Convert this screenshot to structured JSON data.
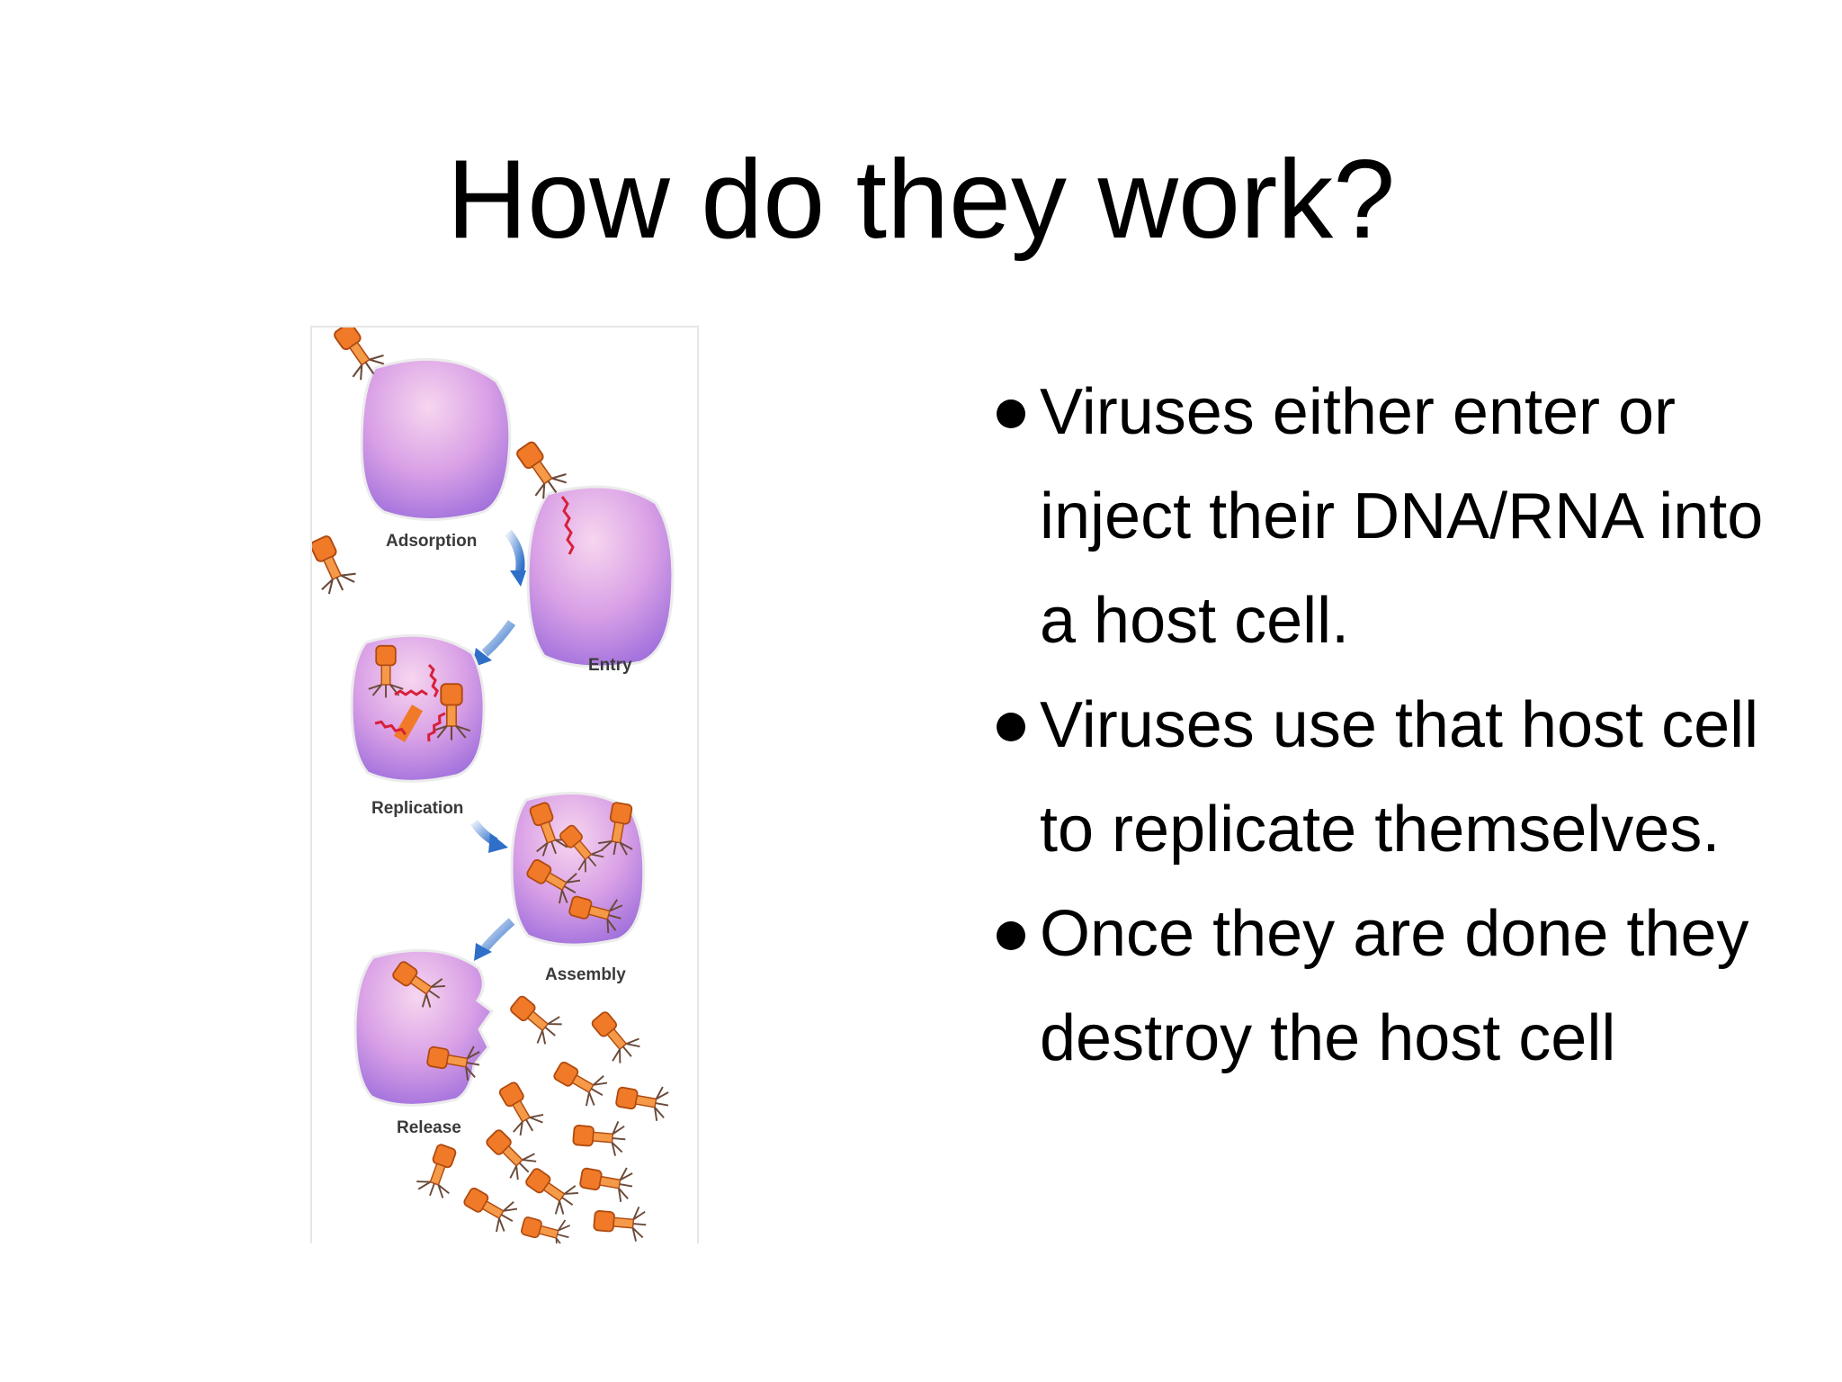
{
  "slide": {
    "title": "How do they work?"
  },
  "figure": {
    "stages": [
      {
        "label": "Adsorption"
      },
      {
        "label": "Entry"
      },
      {
        "label": "Replication"
      },
      {
        "label": "Assembly"
      },
      {
        "label": "Release"
      }
    ],
    "colors": {
      "cell_light": "#f3c8ea",
      "cell_dark": "#a678e0",
      "virus": "#f07a28",
      "dna": "#d8203a",
      "arrow": "#3a7fd0"
    }
  },
  "bullets": [
    {
      "text": "Viruses either enter or inject their DNA/RNA into a host cell."
    },
    {
      "text": "Viruses use that host cell to replicate themselves."
    },
    {
      "text": "Once they are done they destroy the host cell"
    }
  ]
}
